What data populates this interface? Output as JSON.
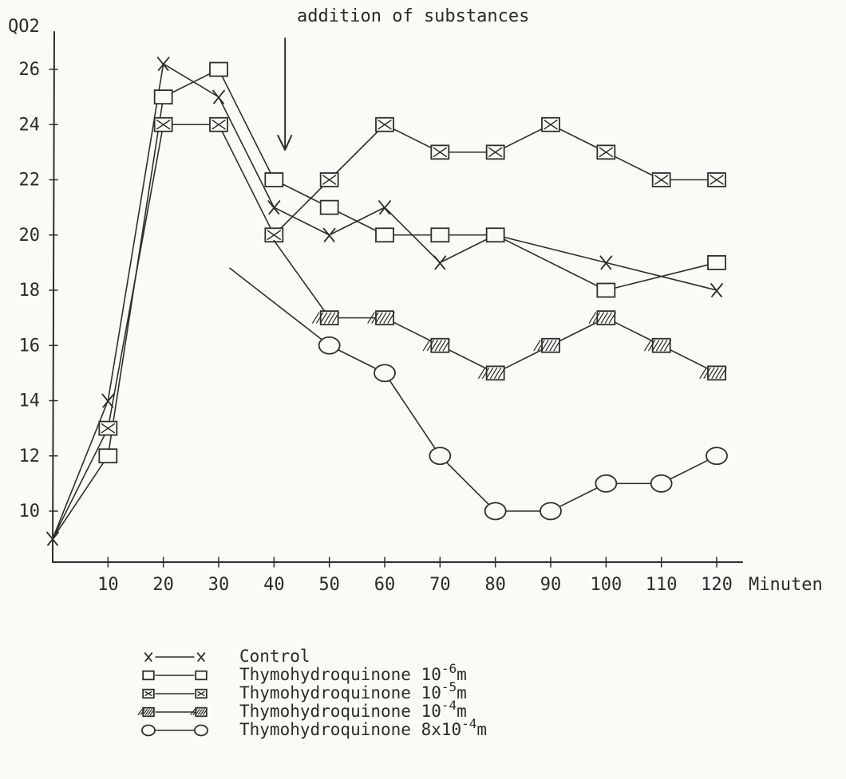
{
  "chart_data": {
    "type": "line",
    "ylabel": "QO2",
    "xlabel": "Minuten",
    "annotation": "addition of substances",
    "annotation_x": 42,
    "x_ticks": [
      10,
      20,
      30,
      40,
      50,
      60,
      70,
      80,
      90,
      100,
      110,
      120
    ],
    "y_ticks": [
      10,
      12,
      14,
      16,
      18,
      20,
      22,
      24,
      26
    ],
    "xlim": [
      0,
      120
    ],
    "ylim": [
      8,
      27
    ],
    "grid": false,
    "legend_position": "bottom",
    "series": [
      {
        "name": "Control",
        "marker": "x",
        "x": [
          0,
          10,
          20,
          30,
          40,
          50,
          60,
          70,
          80,
          100,
          120
        ],
        "y": [
          9,
          14,
          26.2,
          25,
          21,
          20,
          21,
          19,
          20,
          19,
          18
        ]
      },
      {
        "name": "Thymohydroquinone 10-6m",
        "exp": "-6",
        "marker": "square",
        "x": [
          0,
          10,
          20,
          30,
          40,
          50,
          60,
          70,
          80,
          100,
          120
        ],
        "y": [
          9,
          12,
          25,
          26,
          22,
          21,
          20,
          20,
          20,
          18,
          19
        ]
      },
      {
        "name": "Thymohydroquinone 10-5m",
        "exp": "-5",
        "marker": "square-x",
        "x": [
          0,
          10,
          20,
          30,
          40,
          50,
          60,
          70,
          80,
          90,
          100,
          110,
          120
        ],
        "y": [
          9,
          13,
          24,
          24,
          20,
          22,
          24,
          23,
          23,
          24,
          23,
          22,
          22
        ]
      },
      {
        "name": "Thymohydroquinone 10-4m",
        "exp": "-4",
        "marker": "square-hatched",
        "x": [
          40,
          50,
          60,
          70,
          80,
          90,
          100,
          110,
          120
        ],
        "y": [
          19.8,
          17,
          17,
          16,
          15,
          16,
          17,
          16,
          15
        ]
      },
      {
        "name": "Thymohydroquinone 8x10-4m",
        "prefix": "8x",
        "exp": "-4",
        "marker": "circle",
        "x": [
          32,
          50,
          60,
          70,
          80,
          90,
          100,
          110,
          120
        ],
        "y": [
          18.8,
          16,
          15,
          12,
          10,
          10,
          11,
          11,
          12
        ]
      }
    ]
  },
  "legend": {
    "items": [
      {
        "base": "Control",
        "exp": "",
        "unit": ""
      },
      {
        "base": "Thymohydroquinone 10",
        "exp": "-6",
        "unit": "m"
      },
      {
        "base": "Thymohydroquinone 10",
        "exp": "-5",
        "unit": "m"
      },
      {
        "base": "Thymohydroquinone 10",
        "exp": "-4",
        "unit": "m"
      },
      {
        "base": "Thymohydroquinone  8x10",
        "exp": "-4",
        "unit": "m"
      }
    ]
  }
}
